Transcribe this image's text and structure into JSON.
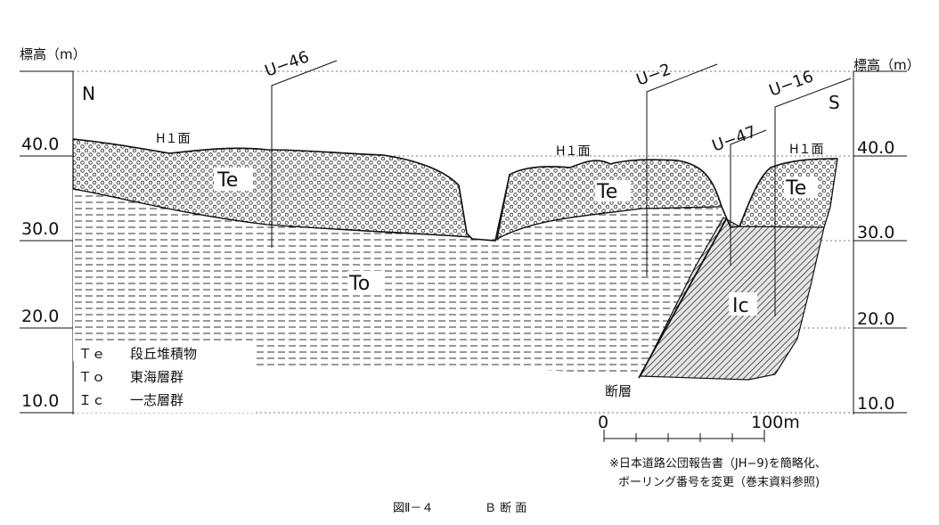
{
  "elevation_label_left": "標高（m）",
  "elevation_label_right": "標高（m）",
  "direction_left": "N",
  "direction_right": "S",
  "elevation_ticks_left": [
    "40.0",
    "30.0",
    "20.0",
    "10.0"
  ],
  "elevation_ticks_right": [
    "40.0",
    "30.0",
    "20.0",
    "10.0"
  ],
  "boreholes": [
    "U−46",
    "U−2",
    "U−47",
    "U−16"
  ],
  "surface_labels": [
    "H１面",
    "H１面",
    "H１面"
  ],
  "unit_labels": {
    "te_1": "Te",
    "te_2": "Te",
    "te_3": "Te",
    "to": "To",
    "ic": "Ic"
  },
  "fault_label": "断層",
  "legend": [
    {
      "code": "Ｔｅ",
      "name": "段丘堆積物"
    },
    {
      "code": "Ｔｏ",
      "name": "東海層群"
    },
    {
      "code": "Ｉｃ",
      "name": "一志層群"
    }
  ],
  "scale": {
    "start": "0",
    "end": "100m"
  },
  "note_lines": [
    "※日本道路公団報告書（JH−9)を簡略化、",
    "ボーリング番号を変更（巻末資料参照)"
  ],
  "caption": {
    "figure": "図Ⅱ－４",
    "title": "Ｂ 断 面"
  }
}
